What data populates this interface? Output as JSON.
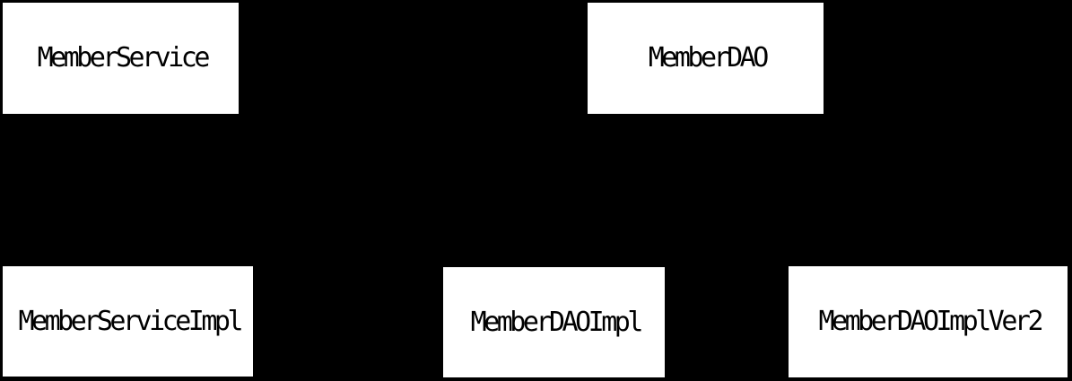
{
  "diagram": {
    "background_color": "#000000",
    "node_fill_color": "#ffffff",
    "node_text_color": "#000000",
    "nodes": [
      {
        "label": "MemberService"
      },
      {
        "label": "MemberDAO"
      },
      {
        "label": "MemberServiceImpl"
      },
      {
        "label": "MemberDAOImpl"
      },
      {
        "label": "MemberDAOImplVer2"
      }
    ]
  }
}
